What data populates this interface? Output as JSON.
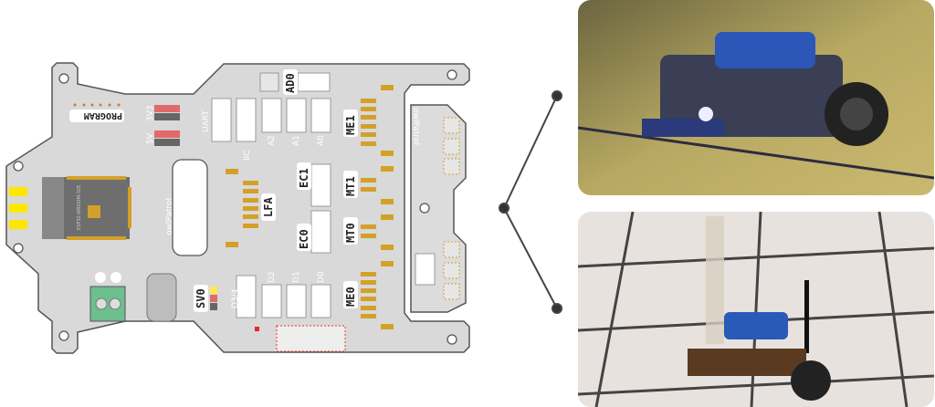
{
  "board": {
    "name": "owlPatrol",
    "labels": {
      "program": "PROGRAM",
      "v33": "3V3",
      "v5": "5V",
      "uart": "UART",
      "iic": "IIC",
      "a2": "A2",
      "a1": "A1",
      "a0": "A0",
      "ad0": "AD0",
      "me1": "ME1",
      "me0": "ME0",
      "mt1": "MT1",
      "mt0": "MT0",
      "ec1": "EC1",
      "ec0": "EC0",
      "lfa": "LFA",
      "sv0": "SV0",
      "d34": "D3/4",
      "d2": "D2",
      "d1": "D1",
      "d0": "D0",
      "module": "ESP32-WROOM-32E",
      "brand": "owlPatrol",
      "sensor_brand": "owlPatrol"
    }
  },
  "photos": {
    "top": "robot-on-yellow-mat-photo",
    "bottom": "robot-with-sensor-mast-photo"
  },
  "colors": {
    "board": "#d9d9d9",
    "pad": "#d4a02a",
    "header_red": "#e06a6a",
    "terminal": "#6dbf8e",
    "connector": "#444444"
  }
}
